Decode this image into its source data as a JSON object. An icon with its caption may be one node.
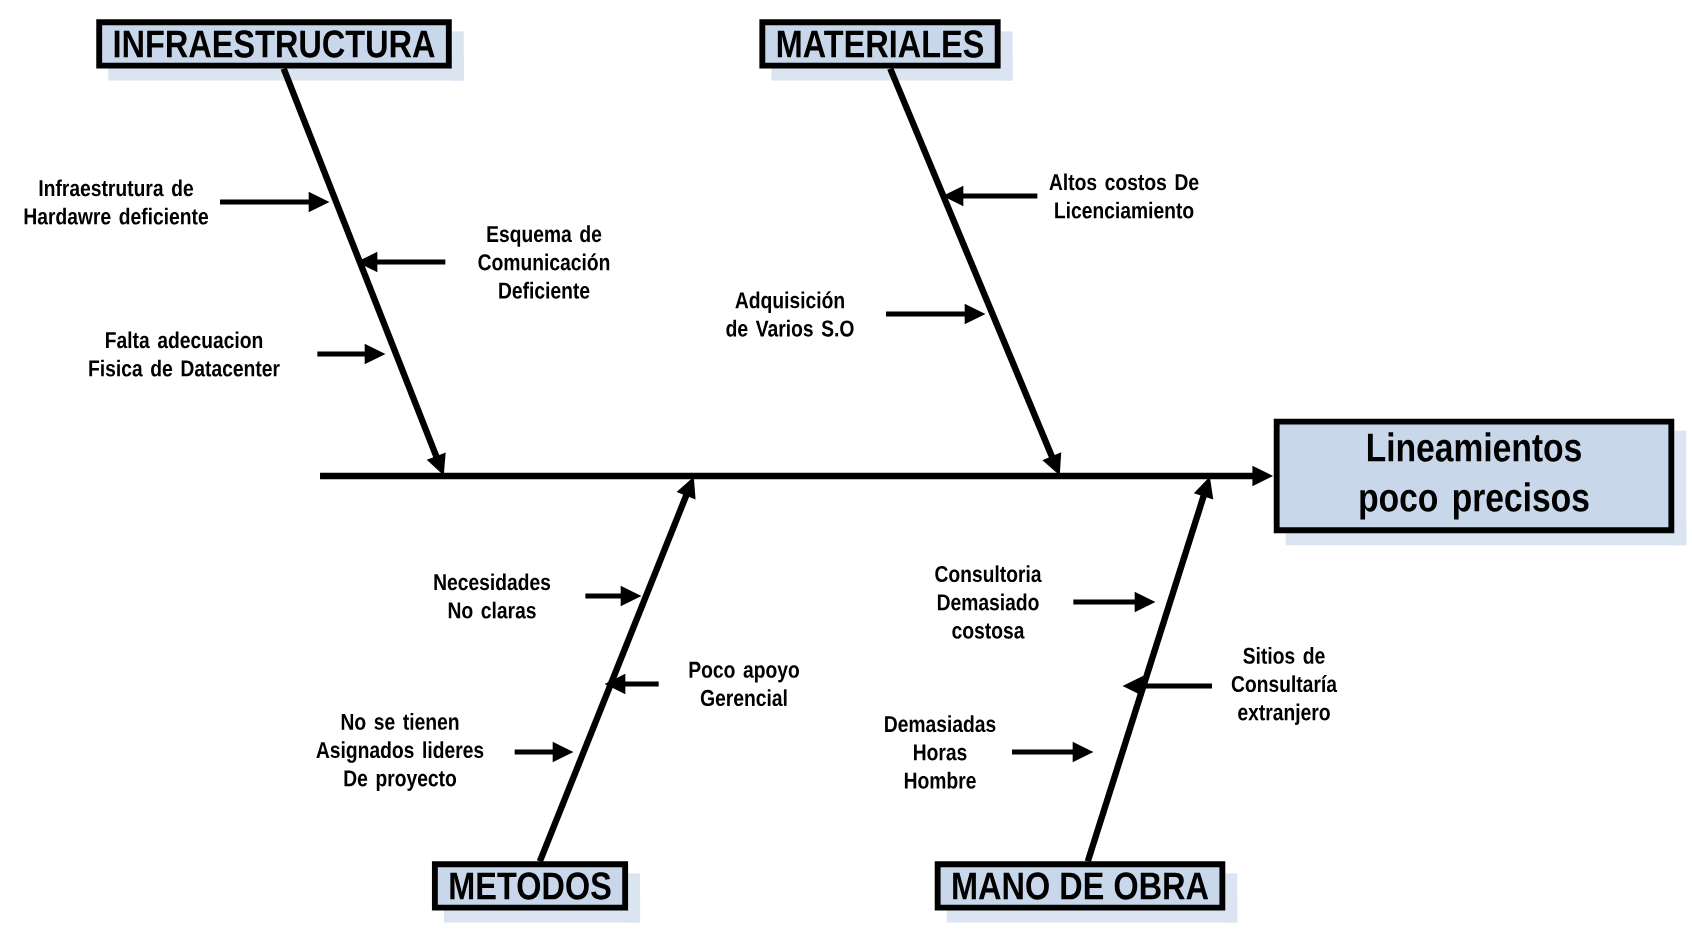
{
  "diagram": {
    "nodes": [
      {
        "text": [
          "INFRAESTRUCTURA"
        ]
      },
      {
        "text": [
          "MATERIALES"
        ]
      },
      {
        "text": [
          "METODOS"
        ]
      },
      {
        "text": [
          "MANO DE OBRA"
        ]
      },
      {
        "text": [
          "Lineamientos poco precisos"
        ]
      },
      {
        "text": [
          "Infraestrutura de Hardawre deficiente"
        ]
      },
      {
        "text": [
          "Esquema de Comunicación Deficiente"
        ]
      },
      {
        "text": [
          "Falta adecuacion Fisica de Datacenter"
        ]
      },
      {
        "text": [
          "Altos costos De Licenciamiento"
        ]
      },
      {
        "text": [
          "Adquisición de Varios S.O"
        ]
      },
      {
        "text": [
          "Necesidades No claras"
        ]
      },
      {
        "text": [
          "Poco apoyo Gerencial"
        ]
      },
      {
        "text": [
          "No se tienen Asignados lideres De proyecto"
        ]
      },
      {
        "text": [
          "Consultoria Demasiado costosa"
        ]
      },
      {
        "text": [
          "Sitios de Consultaría extranjero"
        ]
      },
      {
        "text": [
          "Demasiadas Horas Hombre"
        ]
      }
    ],
    "edges": [
      {
        "from": null,
        "to": 4,
        "arrow": "to"
      },
      {
        "from": 0,
        "to": null,
        "arrow": "to"
      },
      {
        "from": 1,
        "to": null,
        "arrow": "to"
      },
      {
        "from": 2,
        "to": null,
        "arrow": "to"
      },
      {
        "from": 3,
        "to": null,
        "arrow": "to"
      },
      {
        "from": 5,
        "to": null,
        "arrow": "to"
      },
      {
        "from": 6,
        "to": null,
        "arrow": "to"
      },
      {
        "from": 7,
        "to": null,
        "arrow": "to"
      },
      {
        "from": 8,
        "to": null,
        "arrow": "to"
      },
      {
        "from": 9,
        "to": null,
        "arrow": "to"
      },
      {
        "from": 10,
        "to": null,
        "arrow": "to"
      },
      {
        "from": 11,
        "to": null,
        "arrow": "to"
      },
      {
        "from": 12,
        "to": null,
        "arrow": "to"
      },
      {
        "from": 13,
        "to": null,
        "arrow": "to"
      },
      {
        "from": 14,
        "to": null,
        "arrow": "to"
      },
      {
        "from": 15,
        "to": null,
        "arrow": "to"
      }
    ]
  }
}
